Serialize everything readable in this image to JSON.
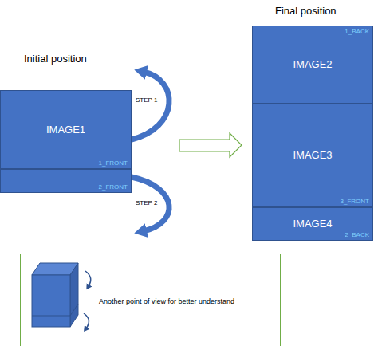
{
  "diagram": {
    "nodes": [
      {
        "text": [
          "IMAGE1",
          "1_FRONT"
        ]
      },
      {
        "text": [
          "2_FRONT"
        ]
      },
      {
        "text": [
          "IMAGE2",
          "1_BACK"
        ]
      },
      {
        "text": [
          "IMAGE3",
          "3_FRONT"
        ]
      },
      {
        "text": [
          "IMAGE4",
          "2_BACK"
        ]
      },
      {
        "text": [
          "Another point of view for better understand"
        ]
      }
    ],
    "labels": [
      "Initial position",
      "Final position",
      "STEP 1",
      "STEP 2"
    ]
  }
}
